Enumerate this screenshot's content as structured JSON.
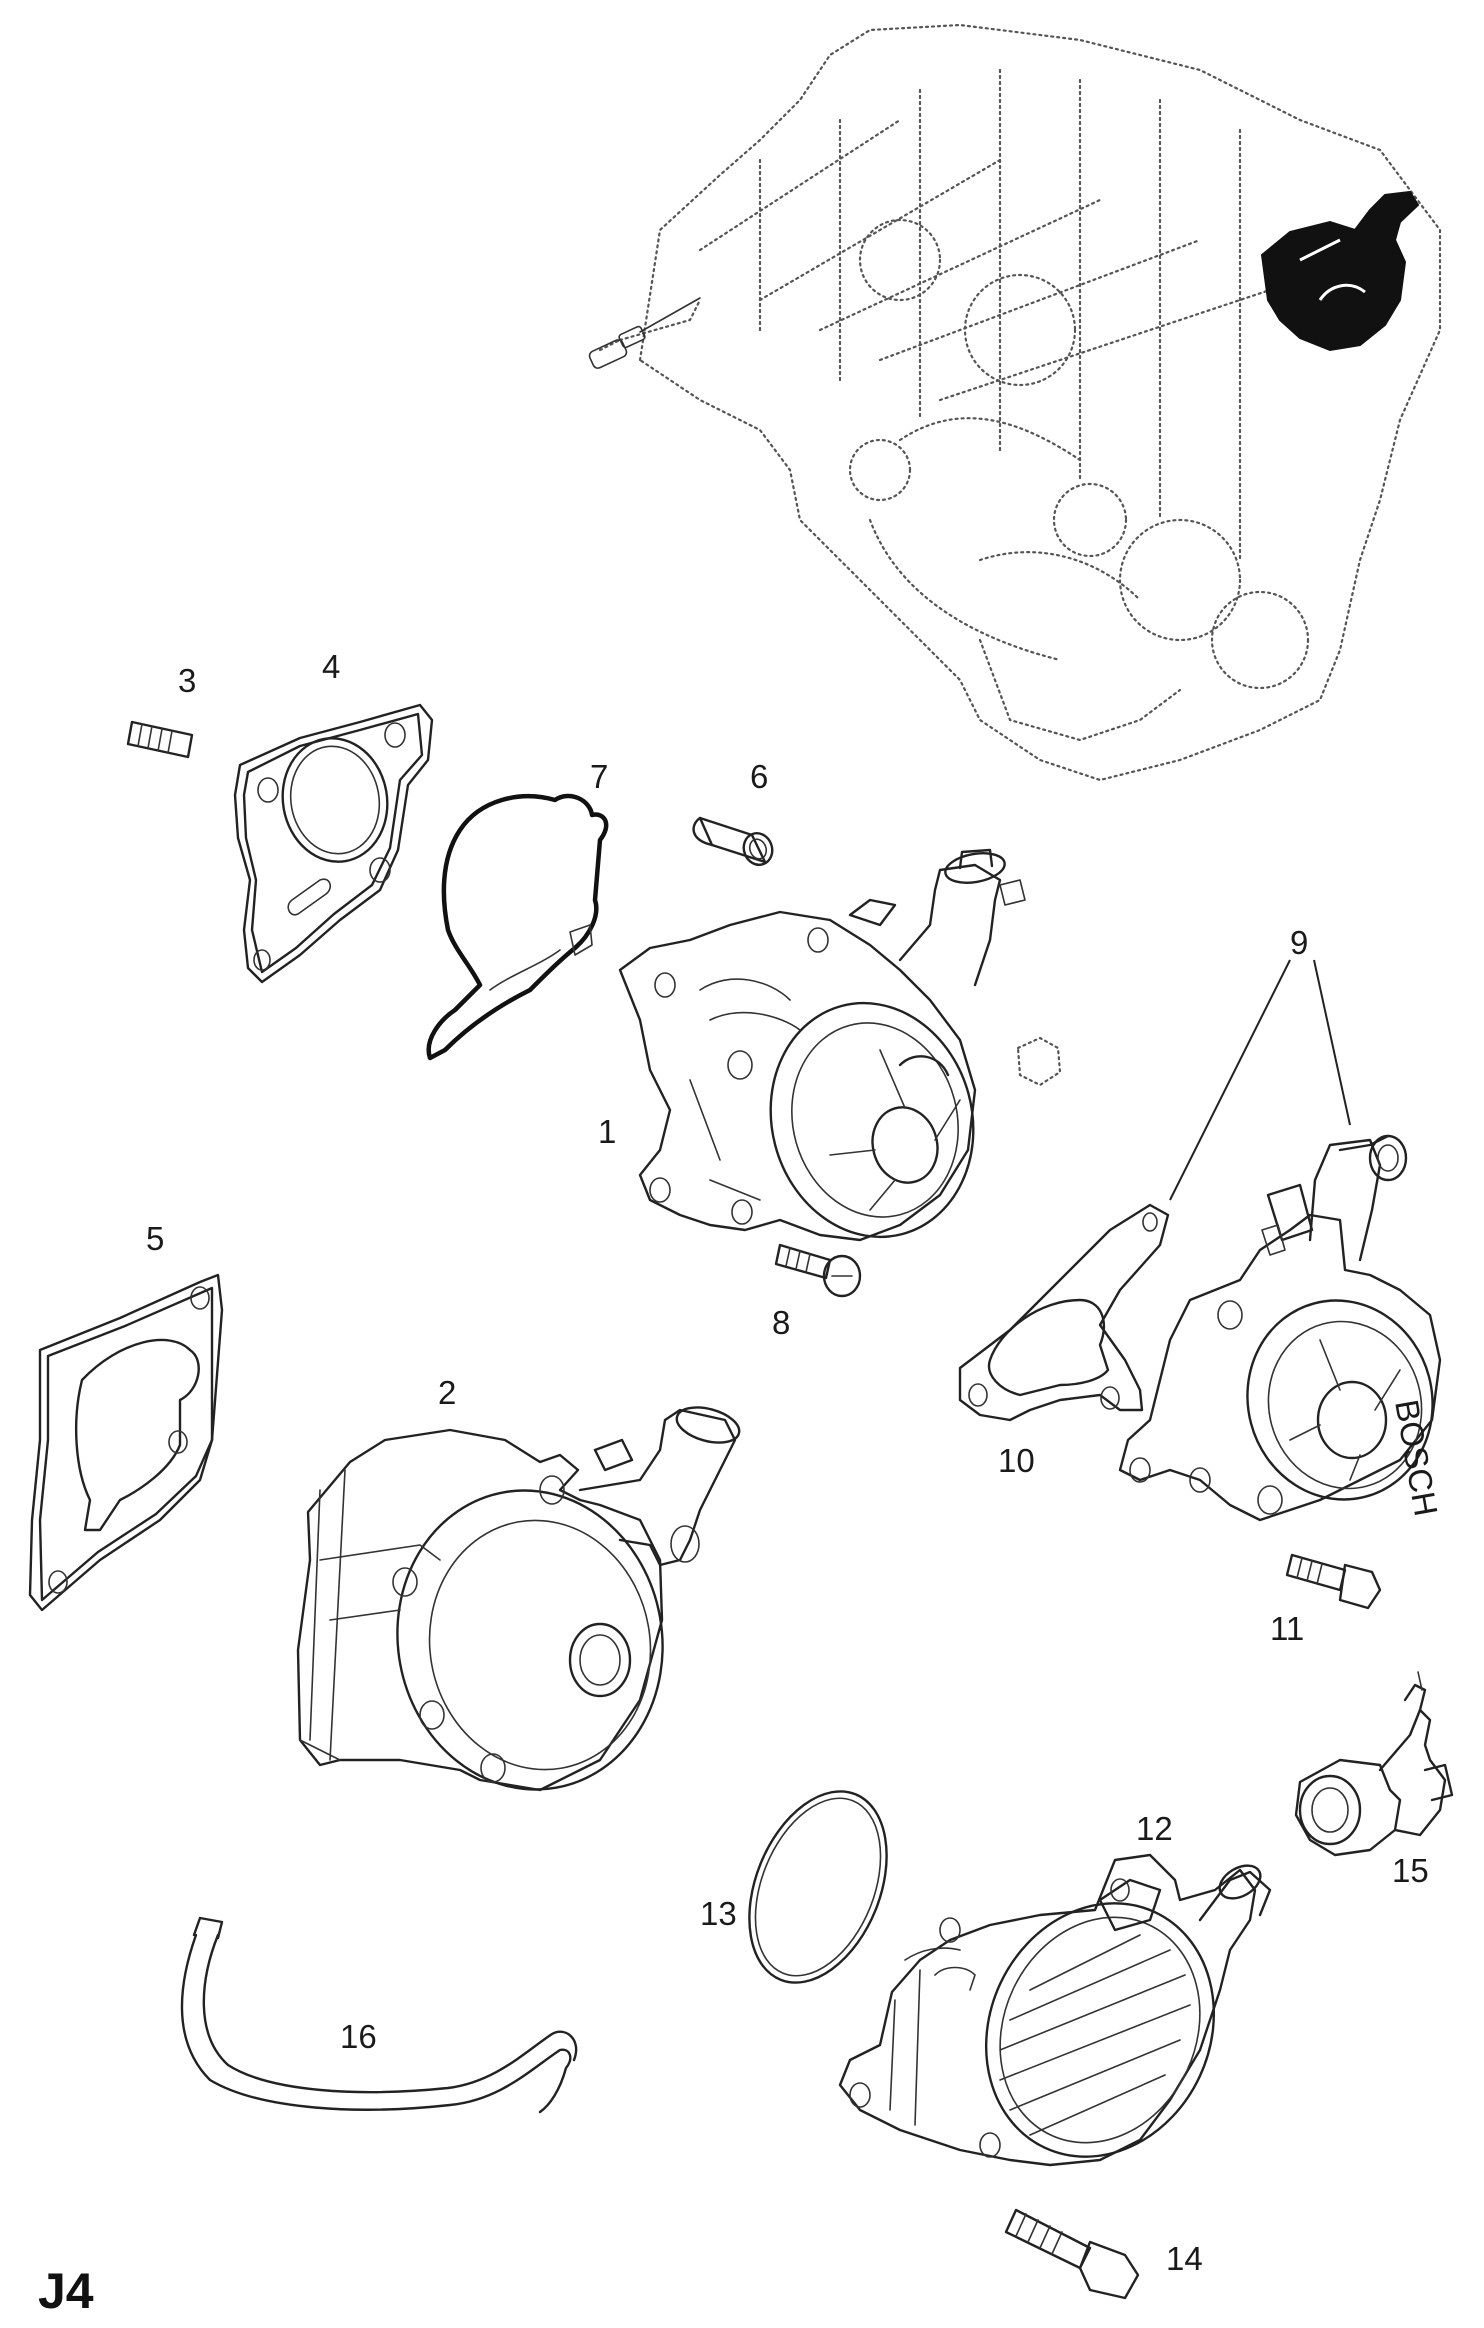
{
  "page_id": "J4",
  "callouts": [
    "1",
    "2",
    "3",
    "4",
    "5",
    "6",
    "7",
    "8",
    "9",
    "10",
    "11",
    "12",
    "13",
    "14",
    "15",
    "16"
  ],
  "bosch_mark": "BOSCH"
}
